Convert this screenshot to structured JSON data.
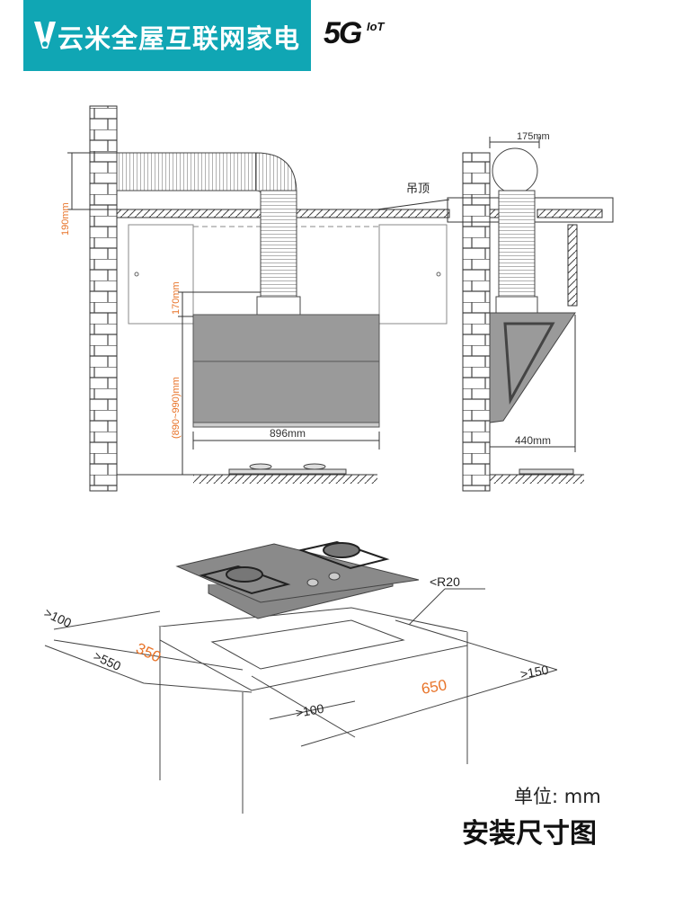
{
  "header": {
    "brand": "云米全屋互联网家电",
    "badge_5g": "5G",
    "badge_iot": "IoT",
    "brand_color": "#10a6b4"
  },
  "front_view": {
    "dim_duct_height": "190mm",
    "dim_gap": "170mm",
    "dim_hood_height": "(890~990)mm",
    "dim_width": "896mm",
    "ceiling_label": "吊顶"
  },
  "side_view": {
    "dim_duct": "175mm",
    "dim_depth": "440mm"
  },
  "cooktop_view": {
    "dim_back": ">100",
    "dim_cut_depth": "350",
    "dim_depth": ">550",
    "dim_radius": "<R20",
    "dim_right": ">150",
    "dim_cut_width": "650",
    "dim_front": ">100"
  },
  "footer": {
    "unit": "单位: mm",
    "title": "安装尺寸图"
  },
  "colors": {
    "dim_orange": "#e8742a",
    "hood_gray": "#9a9a9a"
  }
}
